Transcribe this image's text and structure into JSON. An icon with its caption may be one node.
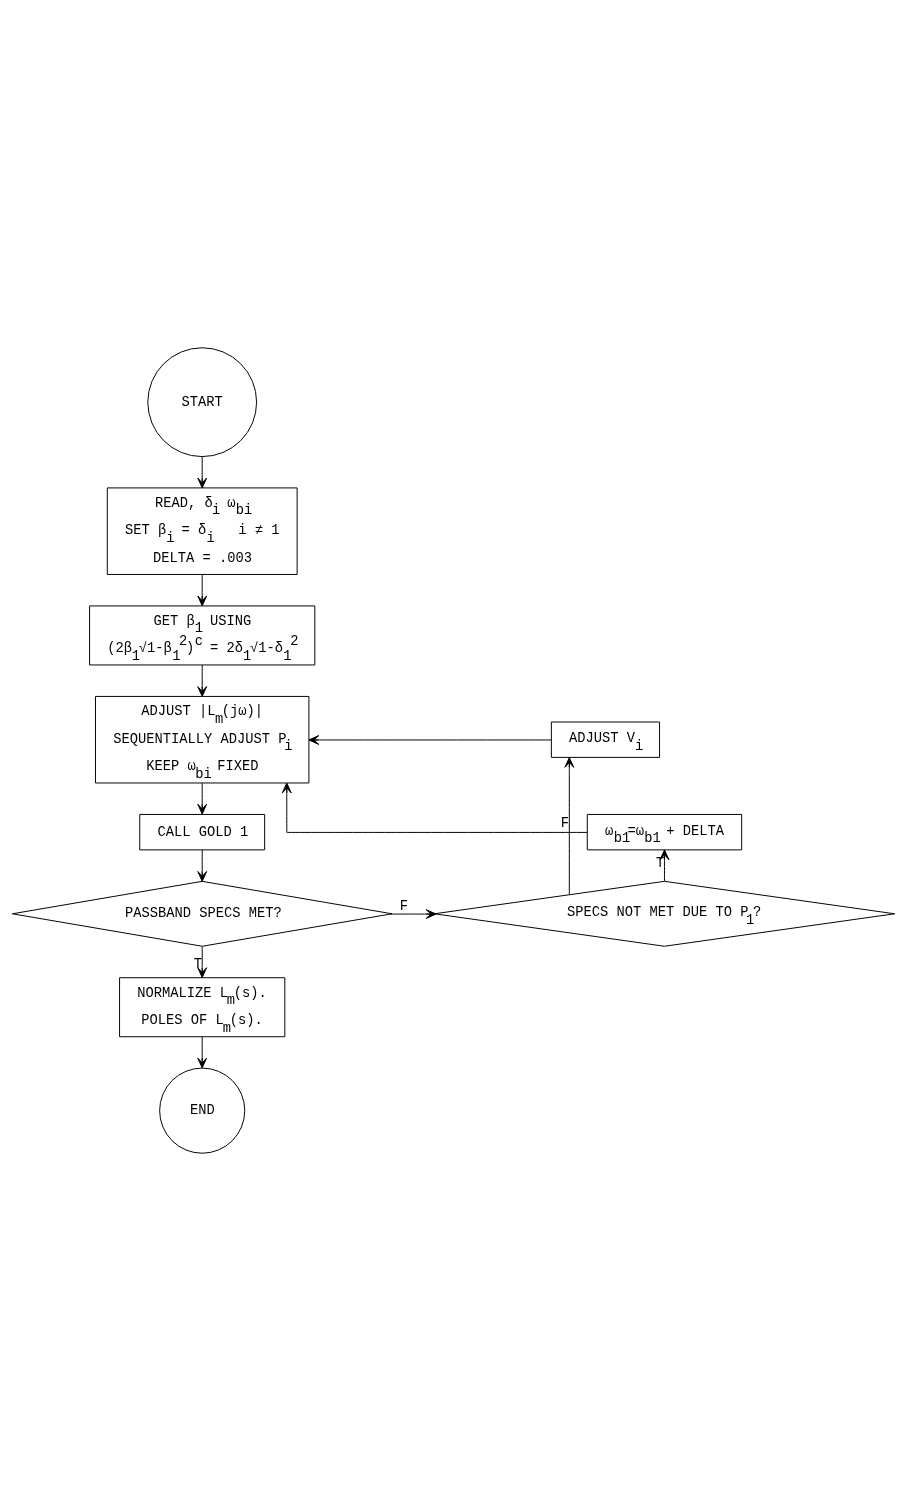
{
  "diagram": {
    "nodes": [
      {
        "text": [
          "START"
        ]
      },
      {
        "text": [
          "READ, δ$_{i}$ ω$_{bi}$",
          "SET β$_{i}$ = δ$_{i}$   i ≠ 1",
          "DELTA = .003"
        ]
      },
      {
        "text": [
          "GET β$_{1}$ USING",
          "(2β$_{1}$√1-β$_{1}$$^{2}$)$^{c}$ = 2δ$_{1}$√1-δ$_{1}$$^{2}$"
        ]
      },
      {
        "text": [
          "ADJUST |L$_{m}$(jω)|",
          "SEQUENTIALLY ADJUST P$_{i}$",
          "KEEP ω$_{bi}$ FIXED"
        ]
      },
      {
        "text": [
          "CALL GOLD 1"
        ]
      },
      {
        "text": [
          "PASSBAND SPECS MET?"
        ]
      },
      {
        "text": [
          "NORMALIZE L$_{m}$(s).",
          "POLES OF L$_{m}$(s)."
        ]
      },
      {
        "text": [
          "END"
        ]
      },
      {
        "text": [
          "SPECS NOT MET DUE TO P$_{1}$?"
        ]
      },
      {
        "text": [
          "ω$_{b1}$=ω$_{b1}$ + DELTA"
        ]
      },
      {
        "text": [
          "ADJUST V$_{i}$"
        ]
      }
    ],
    "edges": [
      {
        "from": 0,
        "to": 1,
        "arrow": "to"
      },
      {
        "from": 1,
        "to": 2,
        "arrow": "to"
      },
      {
        "from": 2,
        "to": 3,
        "arrow": "to"
      },
      {
        "from": 3,
        "to": 4,
        "arrow": "to"
      },
      {
        "from": 4,
        "to": 5,
        "arrow": "to"
      },
      {
        "from": 5,
        "to": 6,
        "arrow": "to",
        "label": "T"
      },
      {
        "from": 6,
        "to": 7,
        "arrow": "to"
      },
      {
        "from": 5,
        "to": 8,
        "arrow": "to",
        "label": "F"
      },
      {
        "from": 8,
        "to": 9,
        "arrow": "to",
        "label": "T"
      },
      {
        "from": 9,
        "to": 3,
        "arrow": "to"
      },
      {
        "from": 8,
        "to": 10,
        "arrow": "to",
        "label": "F"
      },
      {
        "from": 10,
        "to": 3,
        "arrow": "to"
      }
    ]
  }
}
